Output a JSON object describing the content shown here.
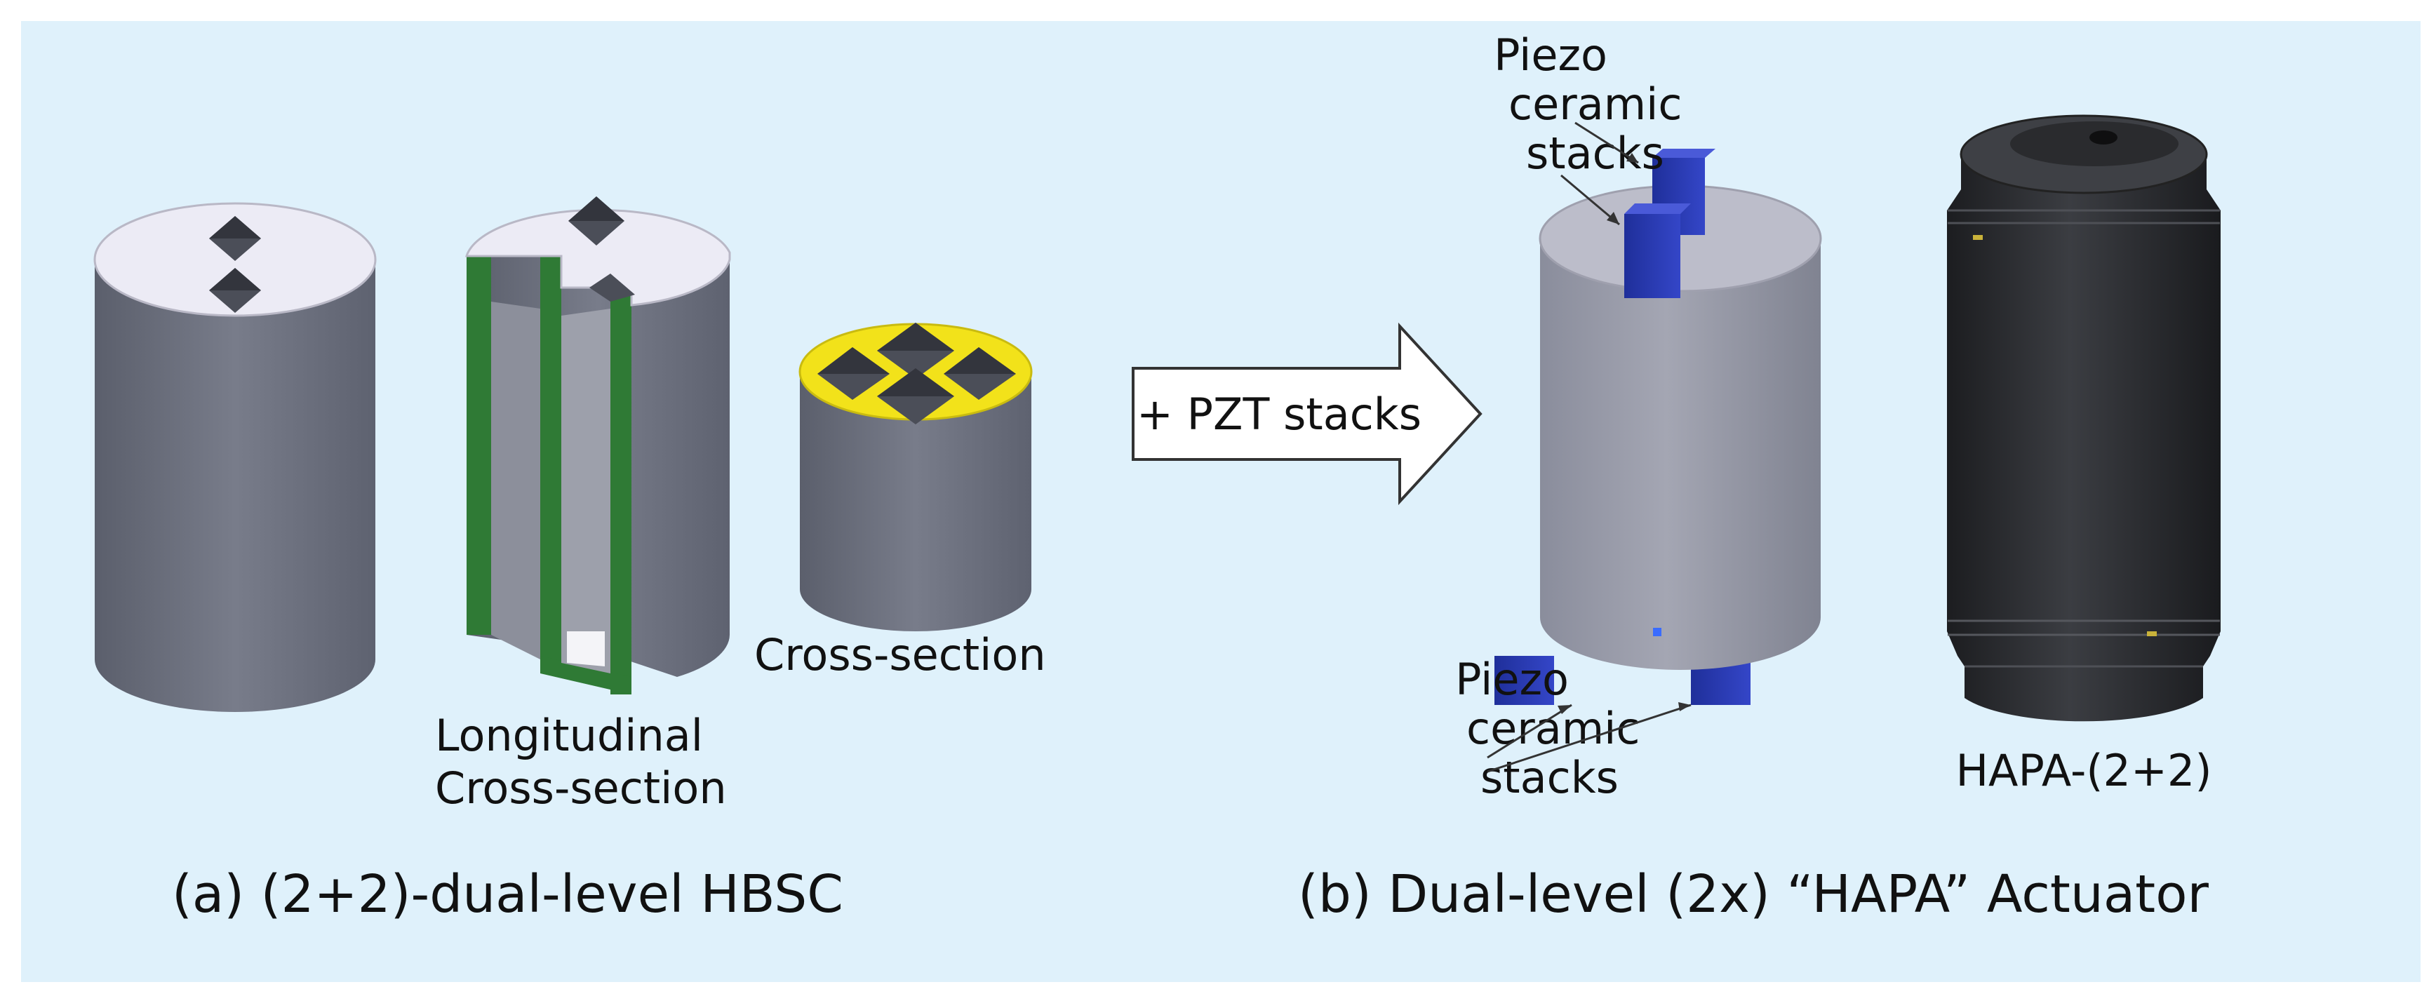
{
  "labels": {
    "longitudinal_line1": "Longitudinal",
    "longitudinal_line2": "Cross-section",
    "cross_section": "Cross-section",
    "arrow": "+ PZT stacks",
    "piezo_top_line1": "Piezo",
    "piezo_top_line2": "ceramic",
    "piezo_top_line3": "stacks",
    "piezo_bottom_line1": "Piezo",
    "piezo_bottom_line2": "ceramic",
    "piezo_bottom_line3": "stacks",
    "hapa": "HAPA-(2+2)"
  },
  "captions": {
    "a": "(a) (2+2)-dual-level HBSC",
    "b": "(b) Dual-level (2x) “HAPA” Actuator"
  },
  "colors": {
    "background_panel": "#dff1fb",
    "cylinder_body": "#6d7180",
    "cylinder_top": "#ecebf5",
    "section_cut": "#2f7a35",
    "cross_section_face": "#f2e21a",
    "pzt_stack": "#2d3fb4",
    "actuator": "#2b2d30"
  },
  "icons": [
    "cylinder-icon",
    "arrow-icon",
    "pzt-stack-icon",
    "actuator-icon"
  ]
}
